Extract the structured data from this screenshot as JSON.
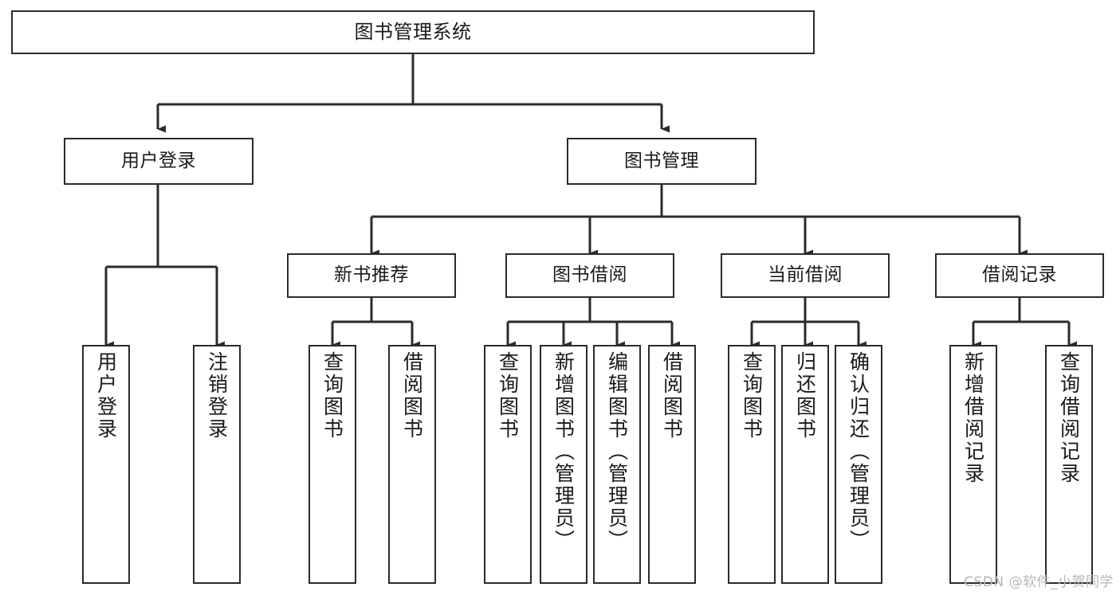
{
  "diagram": {
    "title": "图书管理系统",
    "type": "tree-hierarchy",
    "orientation": "top-down",
    "colors": {
      "border": "#2b2b2b",
      "fill": "#ffffff",
      "text": "#1a1a1a",
      "watermark": "#b6b6b6"
    }
  },
  "root": {
    "label": "图书管理系统"
  },
  "level2": [
    {
      "label": "用户登录"
    },
    {
      "label": "图书管理"
    }
  ],
  "level3": [
    {
      "label": "新书推荐"
    },
    {
      "label": "图书借阅"
    },
    {
      "label": "当前借阅"
    },
    {
      "label": "借阅记录"
    }
  ],
  "leaves": {
    "user_login": [
      {
        "label": "用户登录"
      },
      {
        "label": "注销登录"
      }
    ],
    "new_book_recommend": [
      {
        "label": "查询图书"
      },
      {
        "label": "借阅图书"
      }
    ],
    "book_borrow": [
      {
        "label": "查询图书"
      },
      {
        "label": "新增图书（管理员）"
      },
      {
        "label": "编辑图书（管理员）"
      },
      {
        "label": "借阅图书"
      }
    ],
    "current_borrow": [
      {
        "label": "查询图书"
      },
      {
        "label": "归还图书"
      },
      {
        "label": "确认归还（管理员）"
      }
    ],
    "borrow_record": [
      {
        "label": "新增借阅记录"
      },
      {
        "label": "查询借阅记录"
      }
    ]
  },
  "watermark": {
    "text": "CSDN @软件_小贺同学"
  }
}
